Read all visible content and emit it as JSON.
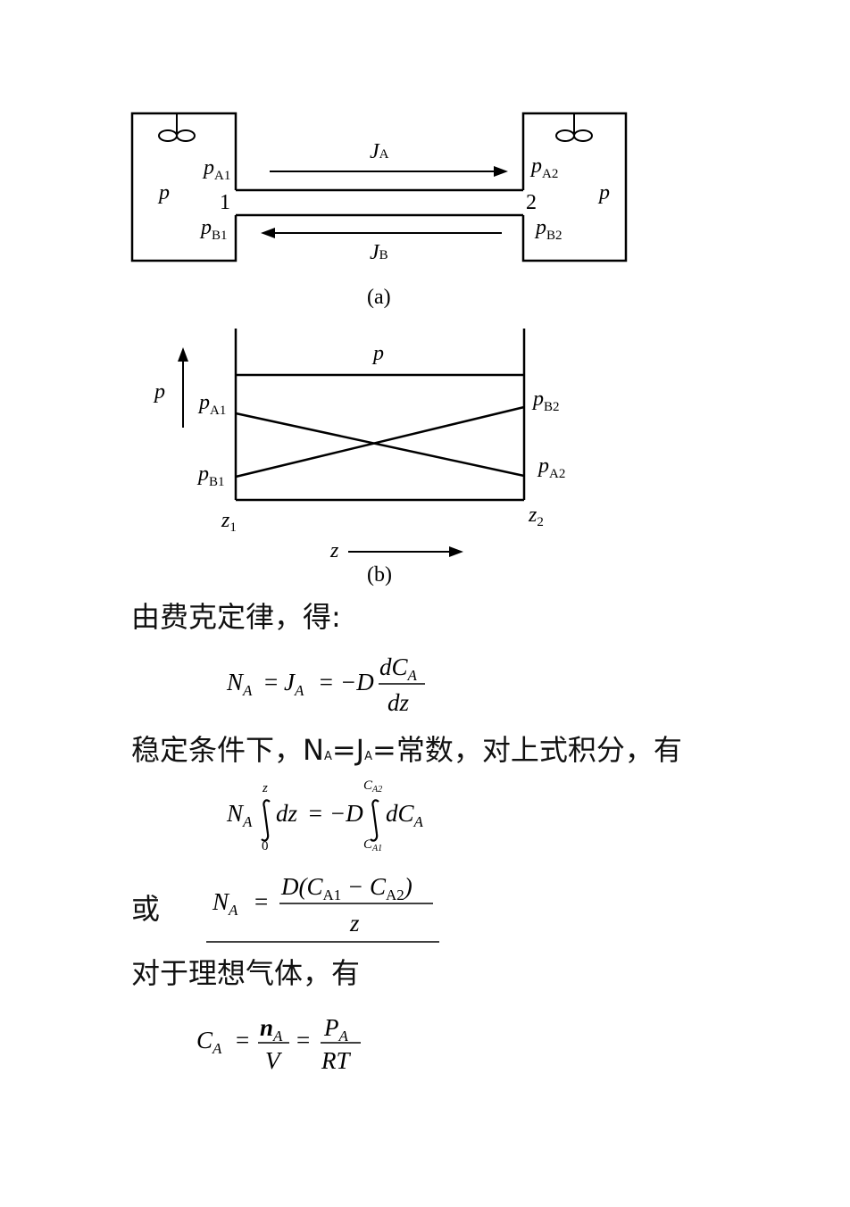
{
  "figure_a": {
    "var_p": "p",
    "flux_a": {
      "sym": "J",
      "sub": "A"
    },
    "flux_b": {
      "sym": "J",
      "sub": "B"
    },
    "p_a1": {
      "sym": "p",
      "sub": "A1"
    },
    "p_a2": {
      "sym": "p",
      "sub": "A2"
    },
    "p_b1": {
      "sym": "p",
      "sub": "B1"
    },
    "p_b2": {
      "sym": "p",
      "sub": "B2"
    },
    "point_1": "1",
    "point_2": "2",
    "caption": "(a)"
  },
  "figure_b": {
    "axis_p": "p",
    "total_p": "p",
    "p_a1": {
      "sym": "p",
      "sub": "A1"
    },
    "p_b1": {
      "sym": "p",
      "sub": "B1"
    },
    "p_b2": {
      "sym": "p",
      "sub": "B2"
    },
    "p_a2": {
      "sym": "p",
      "sub": "A2"
    },
    "z1": {
      "sym": "z",
      "sub": "1"
    },
    "z2": {
      "sym": "z",
      "sub": "2"
    },
    "axis_z": "z",
    "caption": "(b)"
  },
  "text": {
    "line1": "由费克定律，得:",
    "line2_a": "稳定条件下，N",
    "line2_b": "=J",
    "line2_c": "=常数，对上式积分，有",
    "line2_sub": "A",
    "line3": "或",
    "line4": "对于理想气体，有"
  },
  "eq1": {
    "N": "N",
    "A": "A",
    "eq": "=",
    "J": "J",
    "minus_D": "= −D",
    "num_d": "d",
    "num_C": "C",
    "num_sub": "A",
    "den": "dz"
  },
  "eq2": {
    "N": "N",
    "A": "A",
    "upper1": "z",
    "lower1": "0",
    "dz": "dz",
    "minus_D": "= −D",
    "upper2": "C",
    "upper2_sub": "A2",
    "lower2": "C",
    "lower2_sub": "A1",
    "dC": "dC",
    "dC_sub": "A"
  },
  "eq3": {
    "N": "N",
    "A": "A",
    "eq": "=",
    "num": "D(C",
    "s1": "A1",
    "minus": " − C",
    "s2": "A2",
    "close": ")",
    "den": "z"
  },
  "eq4": {
    "C": "C",
    "A": "A",
    "eq": "=",
    "n": "n",
    "nA": "A",
    "V": "V",
    "eq2": "=",
    "P": "P",
    "PA": "A",
    "RT": "RT"
  }
}
